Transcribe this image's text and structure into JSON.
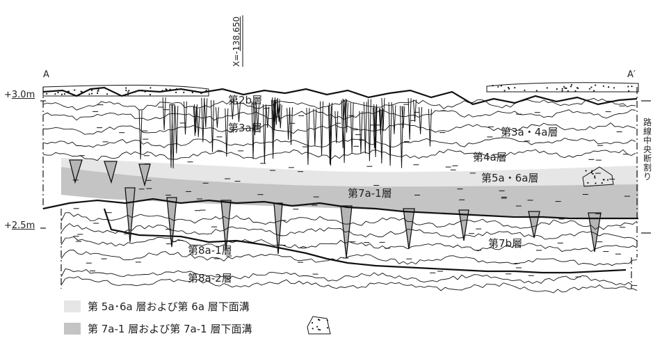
{
  "section_ends": {
    "left": "A",
    "right": "A′"
  },
  "coordinate": {
    "prefix": "X=-",
    "value": "138,650"
  },
  "elevations": [
    {
      "sign": "+",
      "value": "3.0m",
      "whole": "+3.0m"
    },
    {
      "sign": "+",
      "value": "2.5m",
      "whole": "+2.5m"
    }
  ],
  "side_note": [
    "路",
    "線",
    "中",
    "央",
    "断",
    "割",
    "り"
  ],
  "layers": [
    {
      "label": "第2b層"
    },
    {
      "label": "第3a層"
    },
    {
      "label": "第3a・4a層"
    },
    {
      "label": "第4a層"
    },
    {
      "label": "第5a・6a層"
    },
    {
      "label": "第7a-1層"
    },
    {
      "label": "第7b層"
    },
    {
      "label": "第8a-1層"
    },
    {
      "label": "第8a-2層"
    }
  ],
  "legend": [
    {
      "label": "第 5a･6a 層および第 6a 層下面溝",
      "color": "#e6e6e6"
    },
    {
      "label": "第 7a-1 層および第 7a-1 層下面溝",
      "color": "#c4c4c4"
    }
  ],
  "colors": {
    "light_fill": "#e6e6e6",
    "dark_fill": "#c4c4c4",
    "line": "#111111"
  }
}
